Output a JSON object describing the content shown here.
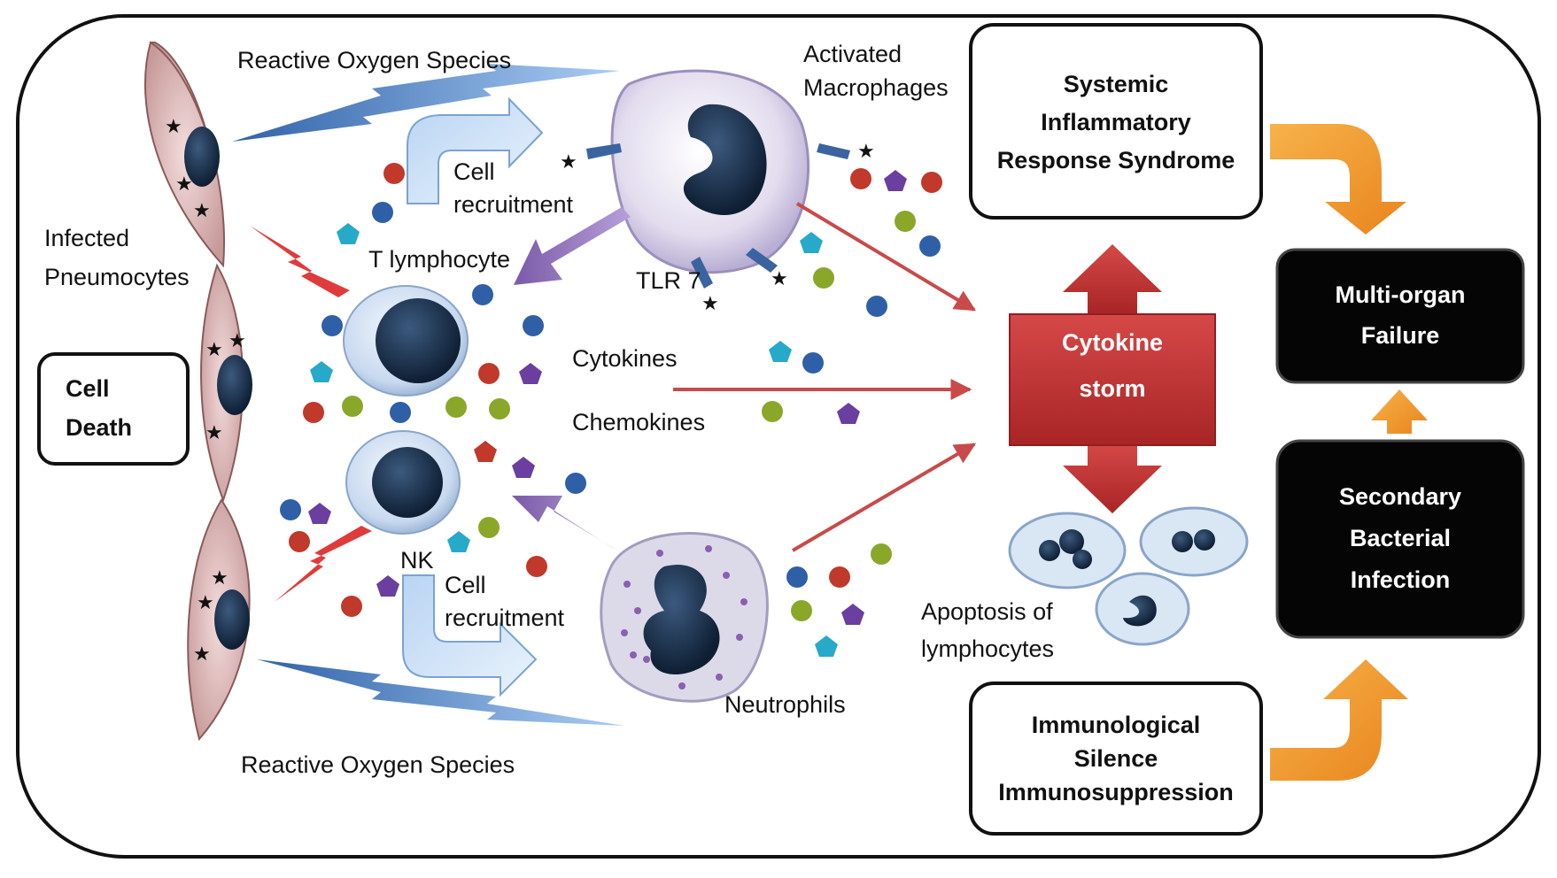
{
  "labels": {
    "ros_top": "Reactive Oxygen Species",
    "ros_bottom": "Reactive Oxygen Species",
    "activated": "Activated",
    "macrophages": "Macrophages",
    "cell_rec_top_1": "Cell",
    "cell_rec_top_2": "recruitment",
    "cell_rec_bot_1": "Cell",
    "cell_rec_bot_2": "recruitment",
    "infected": "Infected",
    "pneumocytes": "Pneumocytes",
    "t_lymphocyte": "T lymphocyte",
    "tlr7": "TLR 7",
    "cytokines": "Cytokines",
    "chemokines": "Chemokines",
    "nk": "NK",
    "neutrophils": "Neutrophils",
    "apoptosis_1": "Apoptosis of",
    "apoptosis_2": "lymphocytes"
  },
  "boxes": {
    "cell_death": [
      "Cell",
      "Death"
    ],
    "sirs": [
      "Systemic",
      "Inflammatory",
      "Response Syndrome"
    ],
    "cytokine_storm": [
      "Cytokine",
      "storm"
    ],
    "multi_organ": [
      "Multi-organ",
      "Failure"
    ],
    "secondary": [
      "Secondary",
      "Bacterial",
      "Infection"
    ],
    "immuno": [
      "Immunological",
      "Silence",
      "Immunosuppression"
    ]
  },
  "colors": {
    "frame": "#111111",
    "red_arrow": "#c94a4a",
    "orange_arrow": "#f39a2b",
    "purple_arrow": "#8a6bb8",
    "storm": "#c73838",
    "black_box": "#050505"
  }
}
